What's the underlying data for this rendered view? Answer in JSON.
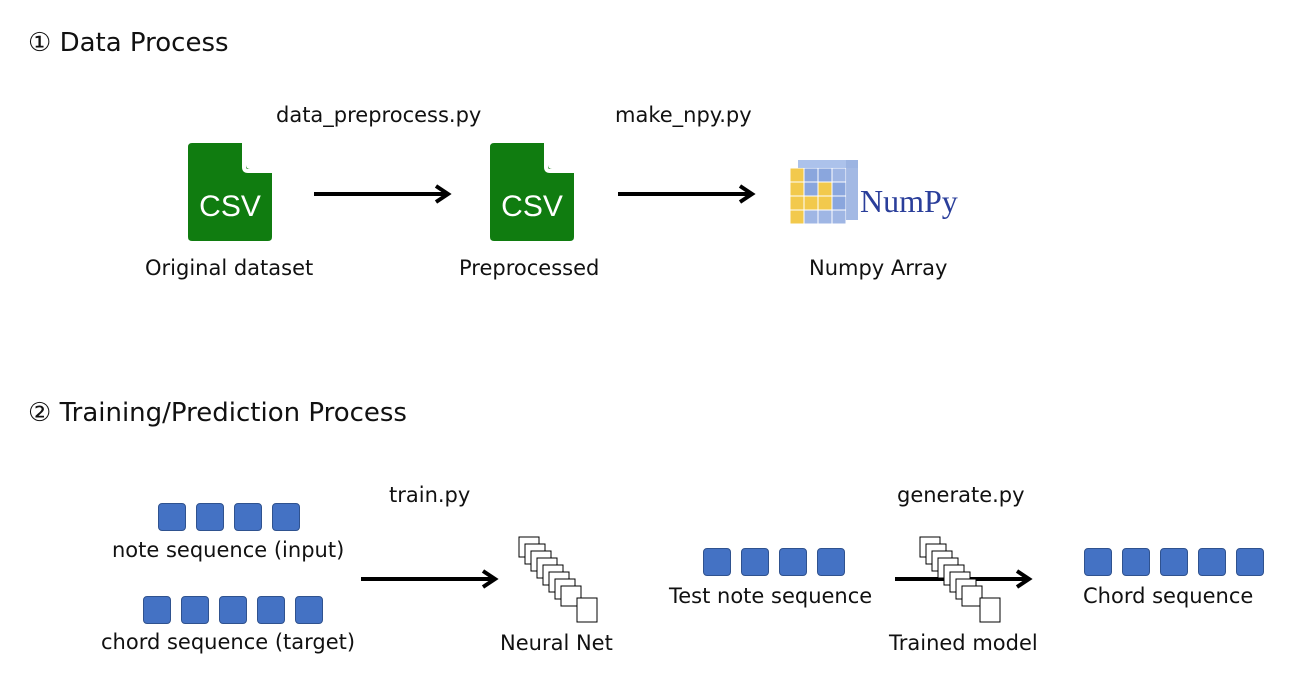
{
  "section1": {
    "heading": "① Data Process",
    "step1_script": "data_preprocess.py",
    "step2_script": "make_npy.py",
    "nodes": [
      {
        "icon": "csv-file-icon",
        "icon_text": "CSV",
        "label": "Original dataset"
      },
      {
        "icon": "csv-file-icon",
        "icon_text": "CSV",
        "label": "Preprocessed"
      },
      {
        "icon": "numpy-logo",
        "icon_text": "NumPy",
        "label": "Numpy Array"
      }
    ]
  },
  "section2": {
    "heading": "② Training/Prediction Process",
    "train_script": "train.py",
    "generate_script": "generate.py",
    "input_label": "note sequence (input)",
    "target_label": "chord sequence (target)",
    "input_token_count": 4,
    "target_token_count": 5,
    "net_label": "Neural Net",
    "test_label": "Test note sequence",
    "test_token_count": 4,
    "model_label": "Trained model",
    "output_label": "Chord sequence",
    "output_token_count": 5
  },
  "colors": {
    "csv_green": "#107C10",
    "token_blue": "#4472C4",
    "token_border": "#2F528F",
    "numpy_text": "#2A3E9A",
    "numpy_cube_blue": "#8AA6DD",
    "numpy_cube_yellow": "#F2C94C"
  }
}
